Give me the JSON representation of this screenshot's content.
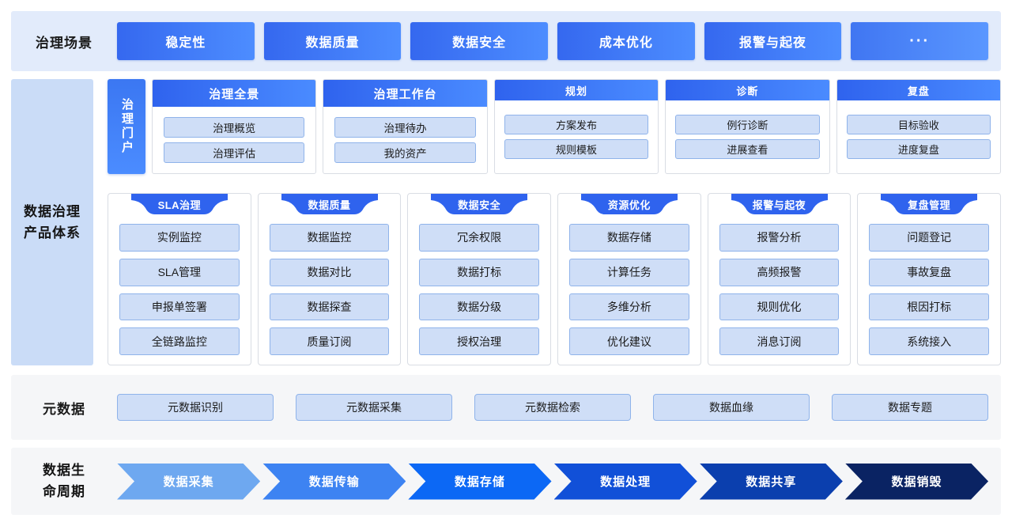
{
  "scenarios": {
    "label": "治理场景",
    "items": [
      {
        "label": "稳定性"
      },
      {
        "label": "数据质量"
      },
      {
        "label": "数据安全"
      },
      {
        "label": "成本优化"
      },
      {
        "label": "报警与起夜"
      },
      {
        "label": "···"
      }
    ]
  },
  "governance": {
    "label_line1": "数据治理",
    "label_line2": "产品体系",
    "portal_tab": "治理门户",
    "top_cards": [
      {
        "title": "治理全景",
        "items": [
          "治理概览",
          "治理评估"
        ],
        "wide": true
      },
      {
        "title": "治理工作台",
        "items": [
          "治理待办",
          "我的资产"
        ],
        "wide": true
      },
      {
        "title": "规划",
        "items": [
          "方案发布",
          "规则模板"
        ],
        "wide": false
      },
      {
        "title": "诊断",
        "items": [
          "例行诊断",
          "进展查看"
        ],
        "wide": false
      },
      {
        "title": "复盘",
        "items": [
          "目标验收",
          "进度复盘"
        ],
        "wide": false
      }
    ],
    "product_columns": [
      {
        "title": "SLA治理",
        "items": [
          "实例监控",
          "SLA管理",
          "申报单签署",
          "全链路监控"
        ]
      },
      {
        "title": "数据质量",
        "items": [
          "数据监控",
          "数据对比",
          "数据探查",
          "质量订阅"
        ]
      },
      {
        "title": "数据安全",
        "items": [
          "冗余权限",
          "数据打标",
          "数据分级",
          "授权治理"
        ]
      },
      {
        "title": "资源优化",
        "items": [
          "数据存储",
          "计算任务",
          "多维分析",
          "优化建议"
        ]
      },
      {
        "title": "报警与起夜",
        "items": [
          "报警分析",
          "高频报警",
          "规则优化",
          "消息订阅"
        ]
      },
      {
        "title": "复盘管理",
        "items": [
          "问题登记",
          "事故复盘",
          "根因打标",
          "系统接入"
        ]
      }
    ]
  },
  "metadata": {
    "label": "元数据",
    "items": [
      "元数据识别",
      "元数据采集",
      "元数据检索",
      "数据血缘",
      "数据专题"
    ]
  },
  "lifecycle": {
    "label_line1": "数据生",
    "label_line2": "命周期",
    "items": [
      {
        "label": "数据采集",
        "color": "#6ea8f0"
      },
      {
        "label": "数据传输",
        "color": "#3d83f2"
      },
      {
        "label": "数据存储",
        "color": "#0c68f5"
      },
      {
        "label": "数据处理",
        "color": "#1150d8"
      },
      {
        "label": "数据共享",
        "color": "#0b3fae"
      },
      {
        "label": "数据销毁",
        "color": "#0a2363"
      }
    ]
  },
  "colors": {
    "scenario_band_bg": "#e2ebfb",
    "gov_label_bg": "#cadcf7",
    "chip_bg": "#cfdef7",
    "chip_border": "#8fb3ea",
    "accent_blue": "#2f63ee",
    "band_gray": "#f5f6f8"
  }
}
